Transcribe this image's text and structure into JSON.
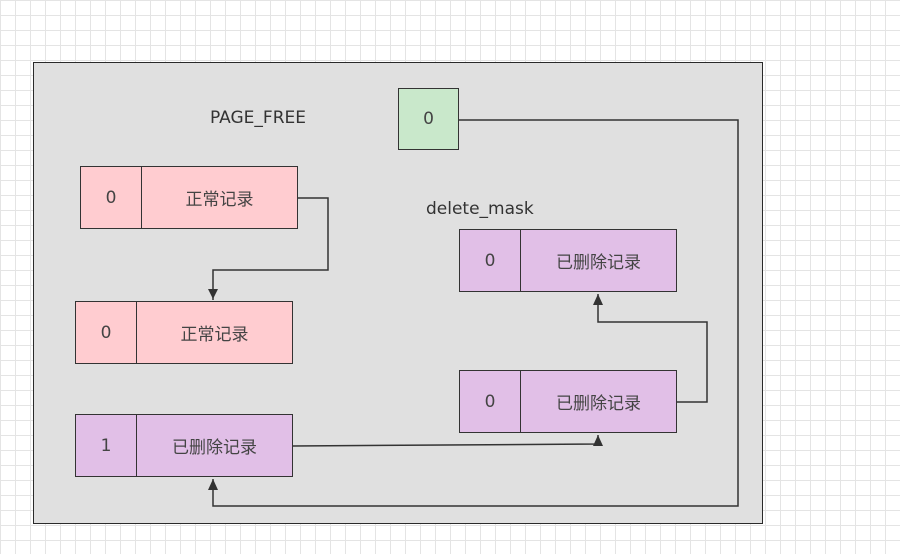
{
  "labels": {
    "page_free": "PAGE_FREE",
    "delete_mask": "delete_mask"
  },
  "free_pointer": {
    "value": "0"
  },
  "records": [
    {
      "id": "normal-1",
      "flag": "0",
      "text": "正常记录"
    },
    {
      "id": "normal-2",
      "flag": "0",
      "text": "正常记录"
    },
    {
      "id": "deleted-1",
      "flag": "1",
      "text": "已删除记录"
    },
    {
      "id": "deleted-2",
      "flag": "0",
      "text": "已删除记录"
    },
    {
      "id": "deleted-3",
      "flag": "0",
      "text": "已删除记录"
    }
  ],
  "colors": {
    "normal": "#ffccd0",
    "deleted": "#e1bfe7",
    "free": "#c9e8cb",
    "panel": "#e0e0e0"
  }
}
